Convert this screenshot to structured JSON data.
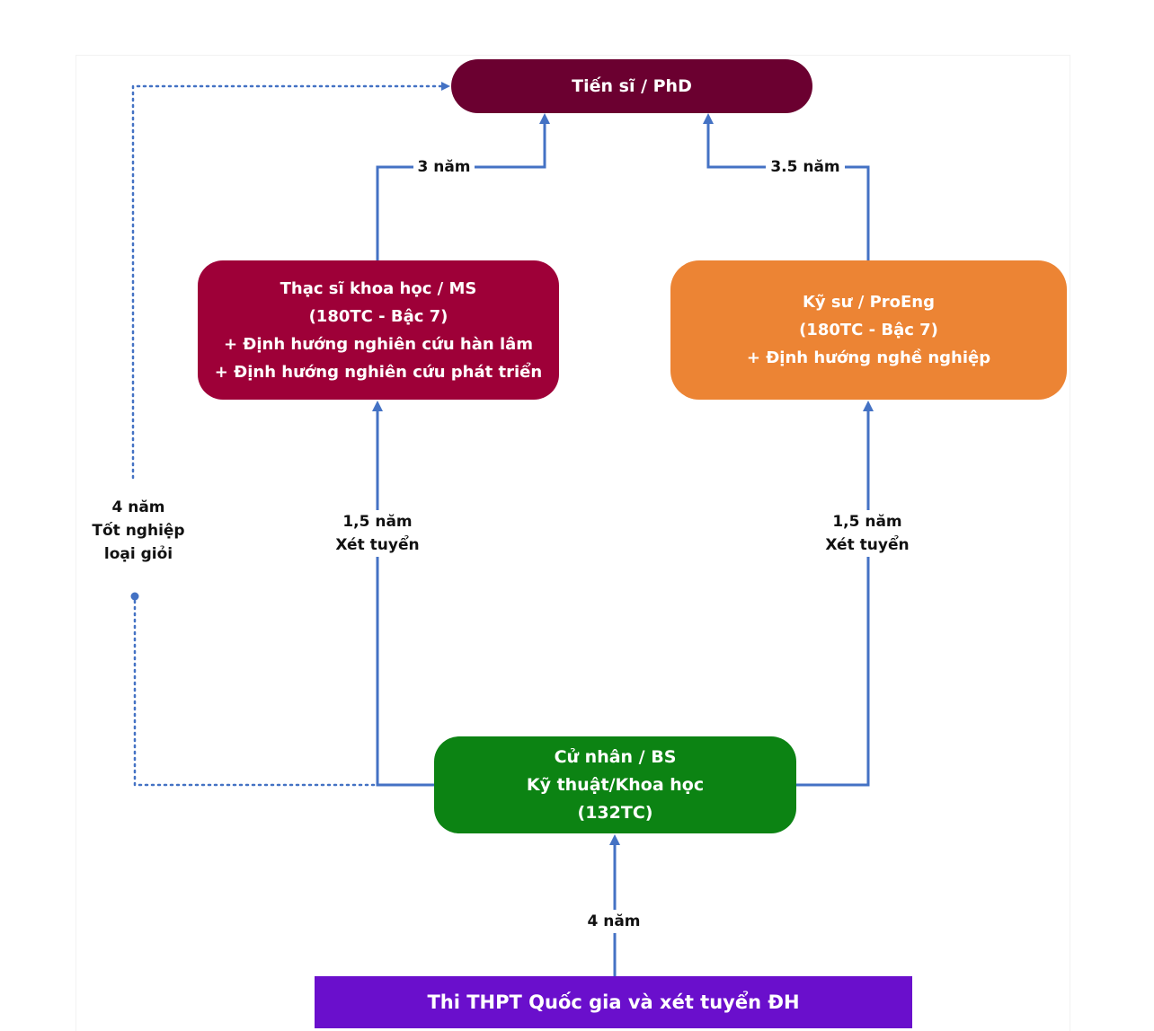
{
  "nodes": {
    "phd": {
      "label": "Tiến sĩ / PhD",
      "color": "#6b0030"
    },
    "ms": {
      "lines": [
        "Thạc sĩ khoa học  / MS",
        "(180TC - Bậc 7)",
        "+ Định hướng nghiên cứu hàn lâm",
        "+ Định hướng nghiên cứu phát triển"
      ],
      "color": "#9e0038"
    },
    "eng": {
      "lines": [
        "Kỹ sư / ProEng",
        "(180TC - Bậc 7)",
        "+ Định hướng nghề nghiệp"
      ],
      "color": "#ec8434"
    },
    "bs": {
      "lines": [
        "Cử nhân / BS",
        "Kỹ thuật/Khoa học",
        "(132TC)"
      ],
      "color": "#0c8313"
    },
    "exam": {
      "label": "Thi THPT Quốc gia và xét tuyển ĐH",
      "color": "#6a0fcc"
    }
  },
  "edges": {
    "ms_to_phd": "3 năm",
    "eng_to_phd": "3.5 năm",
    "bs_to_ms": [
      "1,5 năm",
      "Xét tuyển"
    ],
    "bs_to_eng": [
      "1,5 năm",
      "Xét tuyển"
    ],
    "bs_to_phd": [
      "4 năm",
      "Tốt nghiệp",
      "loại giỏi"
    ],
    "exam_to_bs": "4 năm"
  },
  "colors": {
    "connector": "#4472c4"
  }
}
